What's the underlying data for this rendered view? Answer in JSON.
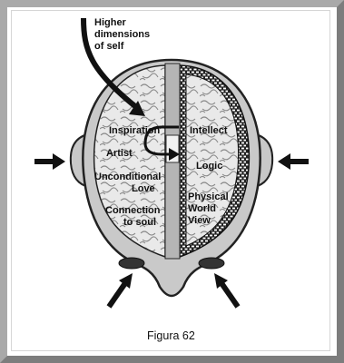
{
  "annotation": {
    "line1": "Higher",
    "line2": "dimensions",
    "line3": "of self"
  },
  "left_hemisphere": {
    "inspiration": "Inspiration",
    "artist": "Artist",
    "unconditional_1": "Unconditional",
    "unconditional_2": "Love",
    "connection_1": "Connection",
    "connection_2": "to soul"
  },
  "right_hemisphere": {
    "intellect": "Intellect",
    "logic": "Logic",
    "physical_1": "Physical",
    "physical_2": "World",
    "physical_3": "View"
  },
  "caption": "Figura 62"
}
